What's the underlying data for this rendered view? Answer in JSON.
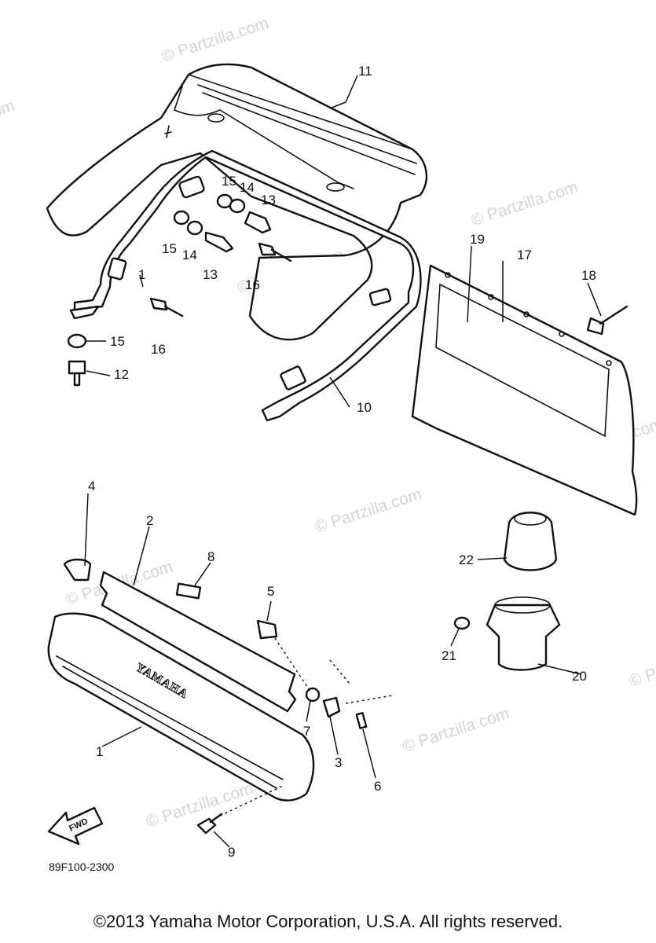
{
  "watermark": "© Partzilla.com",
  "brand_lettering": "YAMAHA",
  "arrow_label": "FWD",
  "diagram_code": "89F100-2300",
  "copyright": "©2013 Yamaha Motor Corporation, U.S.A. All rights reserved.",
  "callouts": {
    "c1": "1",
    "c2": "2",
    "c3": "3",
    "c4": "4",
    "c5": "5",
    "c6": "6",
    "c7": "7",
    "c8": "8",
    "c9": "9",
    "c10": "10",
    "c11": "11",
    "c12": "12",
    "c13a": "13",
    "c13b": "13",
    "c14a": "14",
    "c14b": "14",
    "c15a": "15",
    "c15b": "15",
    "c15c": "15",
    "c16a": "16",
    "c16b": "16",
    "c17": "17",
    "c18": "18",
    "c19": "19",
    "c20": "20",
    "c21": "21",
    "c22": "22",
    "c1b": "1"
  }
}
